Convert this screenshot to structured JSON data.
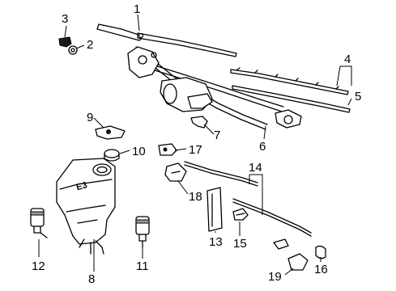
{
  "callouts": {
    "c1": "1",
    "c2": "2",
    "c3": "3",
    "c4": "4",
    "c5": "5",
    "c6": "6",
    "c7": "7",
    "c8": "8",
    "c9": "9",
    "c10": "10",
    "c11": "11",
    "c12": "12",
    "c13": "13",
    "c14": "14",
    "c15": "15",
    "c16": "16",
    "c17": "17",
    "c18": "18",
    "c19": "19"
  },
  "reservoir_cap_text": "E3"
}
